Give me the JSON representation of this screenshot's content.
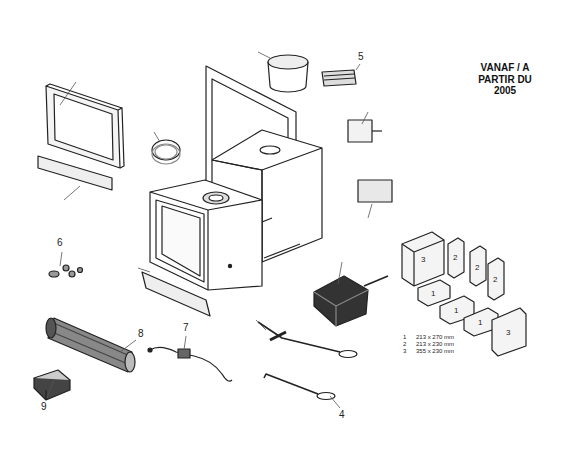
{
  "diagram": {
    "title": "VANAF / A PARTIR DU 2005",
    "labels": [
      "5",
      "6",
      "8",
      "7",
      "9",
      "4",
      "3",
      "2",
      "2",
      "2",
      "1",
      "1",
      "1",
      "3",
      "1",
      "2",
      "3",
      "213 x 270 mm",
      "213 x 230 mm",
      "355 x 230 mm"
    ]
  }
}
